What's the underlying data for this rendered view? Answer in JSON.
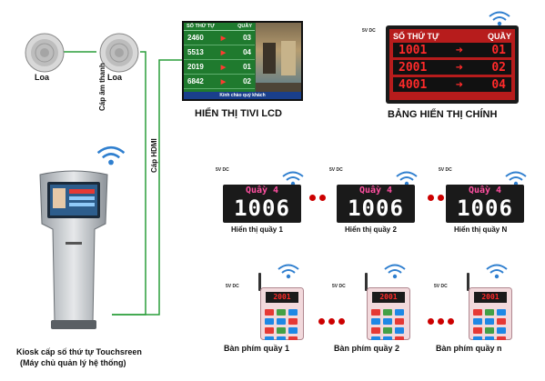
{
  "speakers": {
    "left_label": "Loa",
    "right_label": "Loa"
  },
  "cables": {
    "audio": "Cáp âm thanh",
    "hdmi": "Cáp HDMI"
  },
  "tv": {
    "caption": "HIỂN THỊ TIVI LCD",
    "header_left": "SỐ THỨ TỰ",
    "header_right": "QUẦY",
    "rows": [
      {
        "number": "2460",
        "counter": "03"
      },
      {
        "number": "5513",
        "counter": "04"
      },
      {
        "number": "2019",
        "counter": "01"
      },
      {
        "number": "6842",
        "counter": "02"
      }
    ],
    "ticker": "Kính chào quý khách"
  },
  "main_board": {
    "caption": "BẢNG HIỂN THỊ CHÍNH",
    "power": "5V DC",
    "header_left": "SỐ THỨ TỰ",
    "header_right": "QUẦY",
    "rows": [
      {
        "number": "1001",
        "counter": "01"
      },
      {
        "number": "2001",
        "counter": "02"
      },
      {
        "number": "4001",
        "counter": "04"
      }
    ]
  },
  "counter_displays": [
    {
      "power": "5V DC",
      "title": "Quầy 4",
      "number": "1006",
      "caption": "Hiển thị quầy 1"
    },
    {
      "power": "5V DC",
      "title": "Quầy 4",
      "number": "1006",
      "caption": "Hiển thị quầy 2"
    },
    {
      "power": "5V DC",
      "title": "Quầy 4",
      "number": "1006",
      "caption": "Hiển thị quầy N"
    }
  ],
  "keypads": [
    {
      "power": "5V DC",
      "screen": "2001",
      "caption": "Bàn phím quầy 1"
    },
    {
      "power": "5V DC",
      "screen": "2001",
      "caption": "Bàn phím quầy 2"
    },
    {
      "power": "5V DC",
      "screen": "2001",
      "caption": "Bàn phím quầy n"
    }
  ],
  "kiosk": {
    "caption_line1": "Kiosk cấp số thứ tự Touchsreen",
    "caption_line2": "(Máy chủ quản lý hệ thống)"
  },
  "colors": {
    "cable": "#2a9d3a",
    "led_red": "#ff2a2a",
    "tv_green": "#1f7a2e",
    "board_red": "#c62828"
  }
}
